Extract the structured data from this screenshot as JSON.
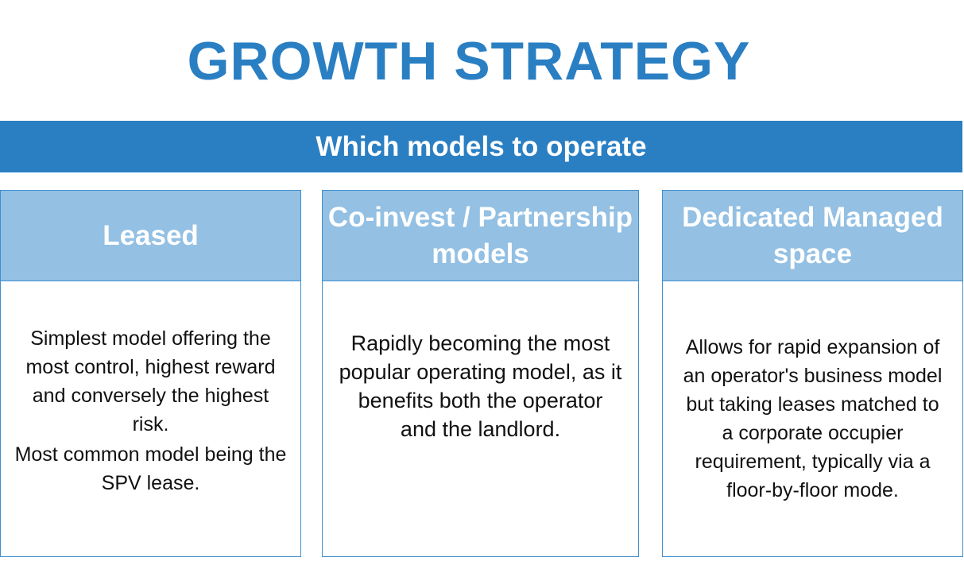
{
  "title": "GROWTH STRATEGY",
  "banner": "Which models to operate",
  "cards": [
    {
      "heading": "Leased",
      "body": [
        "Simplest model offering the most control, highest reward and conversely the highest risk.",
        "Most common model being the SPV lease."
      ]
    },
    {
      "heading": "Co-invest / Partnership models",
      "body": [
        "Rapidly becoming the most popular operating model, as it benefits both the operator and the landlord."
      ]
    },
    {
      "heading": "Dedicated Managed space",
      "body": [
        "Allows for rapid expansion of an operator's business model but taking leases matched to a corporate occupier requirement, typically via a floor-by-floor mode."
      ]
    }
  ]
}
